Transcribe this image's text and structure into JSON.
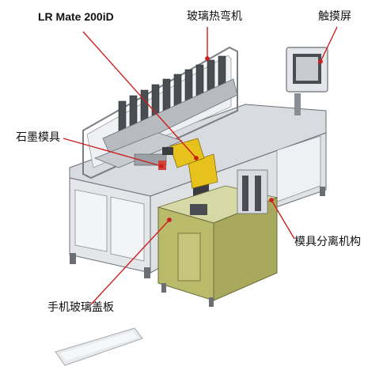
{
  "labels": {
    "robot": "LR Mate 200iD",
    "glass_bender": "玻璃热弯机",
    "touchscreen": "触摸屏",
    "graphite_mold": "石墨模具",
    "mold_separator": "模具分离机构",
    "phone_glass_cover": "手机玻璃盖板"
  },
  "colors": {
    "callout": "#cc1f1f",
    "machine_frame": "#c9cdd2",
    "cabinet_olive": "#b9ba6a",
    "robot_yellow": "#e8c21c"
  }
}
